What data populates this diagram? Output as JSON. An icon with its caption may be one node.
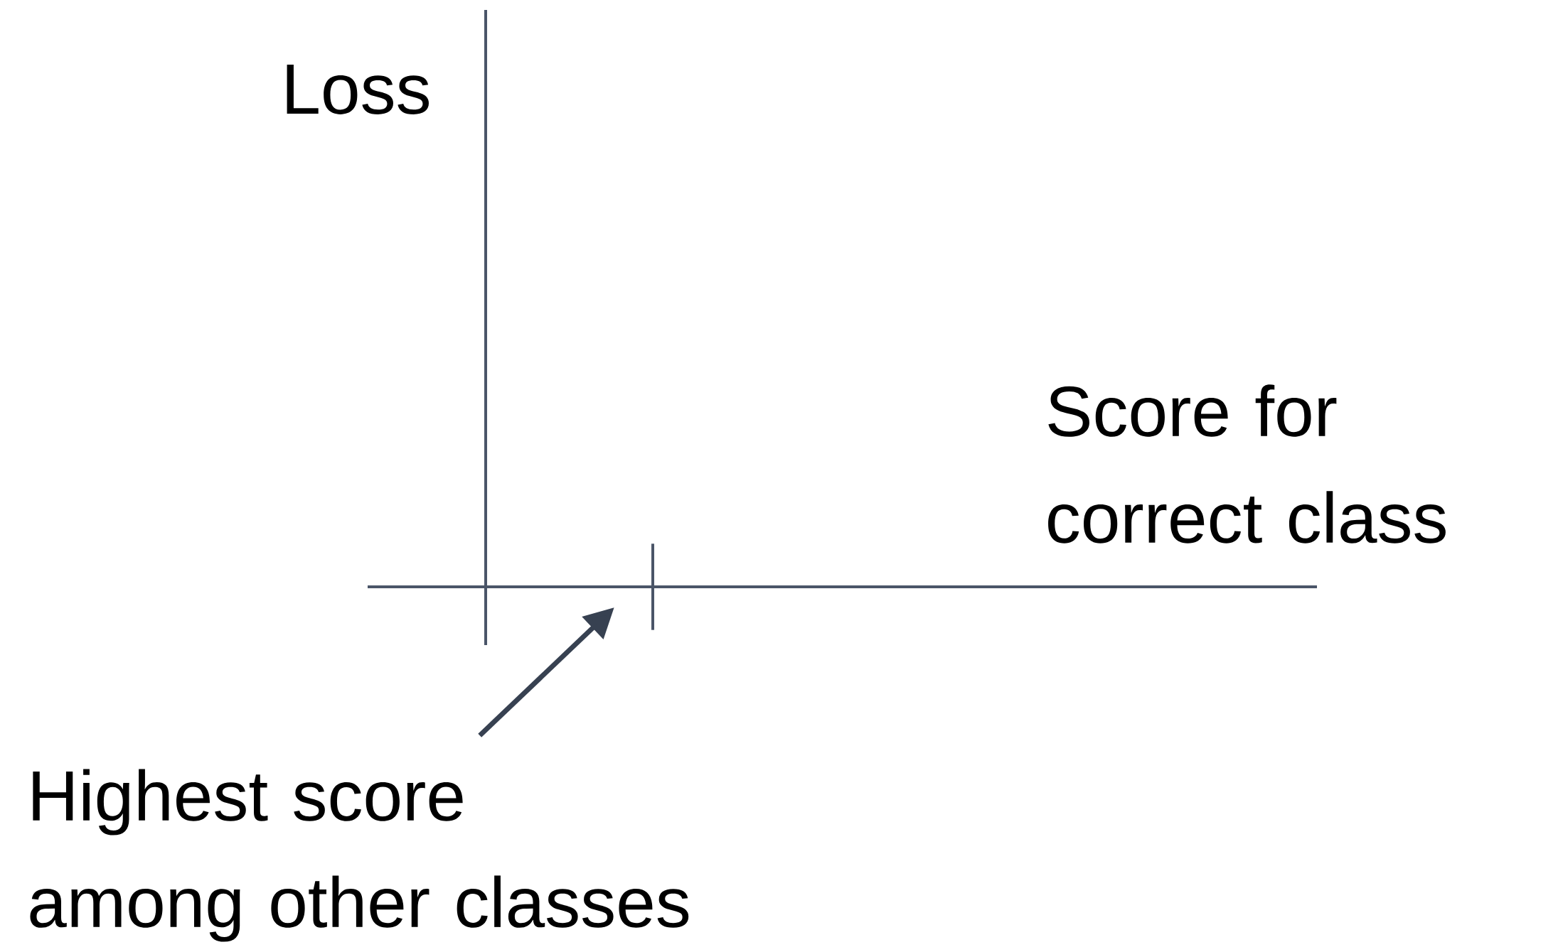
{
  "diagram": {
    "nodes": [
      {
        "text": [
          "Highest score among other classes"
        ]
      },
      {
        "text": [],
        "shape": "bar"
      }
    ],
    "edges": [
      {
        "from": 0,
        "to": 1,
        "arrow": "to"
      }
    ],
    "labels": [
      "Loss",
      "Score for correct class"
    ]
  }
}
